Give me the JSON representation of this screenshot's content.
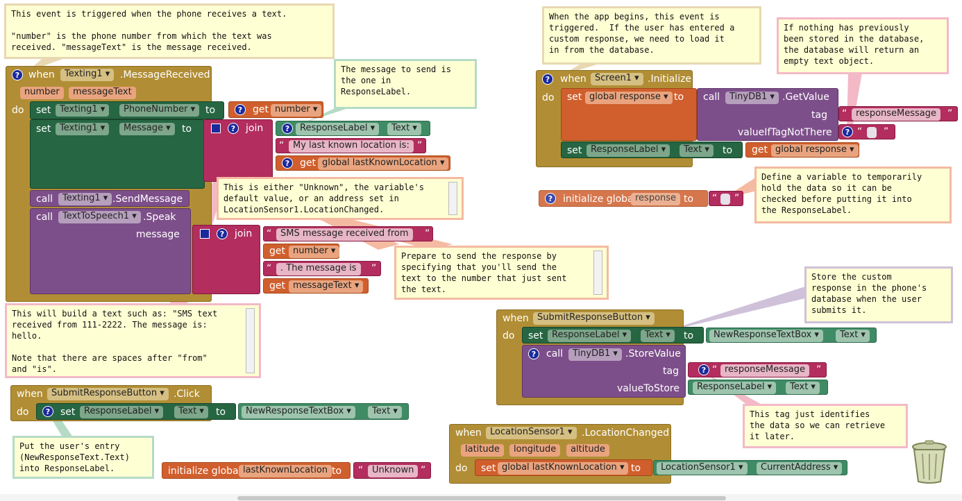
{
  "comments": {
    "texting_event": "This event is triggered when the phone receives a text.\n\n\"number\" is the phone number from which the text was\nreceived. \"messageText\" is the message received.",
    "message_to_send": "The message to send is\nthe one in\nResponseLabel.",
    "either_unknown": "This is either \"Unknown\", the variable's\ndefault value, or an address set in\nLocationSensor1.LocationChanged.",
    "build_text": "This will build a text such as: \"SMS text\nreceived from 111-2222. The message is:\nhello.\n\nNote that there are spaces after \"from\"\nand \"is\".",
    "prepare_send": "Prepare to send the response by\nspecifying that you'll send the\ntext to the number that just sent\nthe text.",
    "put_entry": "Put the user's entry\n(NewResponseText.Text)\ninto ResponseLabel.",
    "app_begins": "When the app begins, this event is\ntriggered.  If the user has entered a\ncustom response, we need to load it\nin from the database.",
    "nothing_stored": "If nothing has previously\nbeen stored in the database,\nthe database will return an\nempty text object.",
    "define_variable": "Define a variable to temporarily\nhold the data so it can be\nchecked before putting it into\nthe ResponseLabel.",
    "store_custom": "Store the custom\nresponse in the phone's\ndatabase when the user\nsubmits it.",
    "tag_identifies": "This tag just identifies\nthe data so we can retrieve\nit later."
  },
  "kw": {
    "when": "when",
    "do": "do",
    "set": "set",
    "to": "to",
    "get": "get",
    "call": "call",
    "join": "join",
    "tag": "tag",
    "message": "message",
    "value_if_tag_not_there": "valueIfTagNotThere",
    "value_to_store": "valueToStore",
    "initialize_global": "initialize global",
    "q": "?",
    "quote_open": "“",
    "quote_close": "”"
  },
  "blocks": {
    "texting1": "Texting1",
    "message_received": ".MessageReceived",
    "param_number": "number",
    "param_message_text": "messageText",
    "phone_number": "PhoneNumber",
    "message_prop": "Message",
    "response_label": "ResponseLabel",
    "text_prop": "Text",
    "my_last_known": "My last known location is: ",
    "global_last_known": "global lastKnownLocation",
    "send_message": ".SendMessage",
    "text_to_speech": "TextToSpeech1",
    "speak": ".Speak",
    "sms_received_from": "SMS message received from ",
    "the_message_is": ". The message is ",
    "submit_response_button": "SubmitResponseButton",
    "click": ".Click",
    "new_response_text_box": "NewResponseTextBox",
    "last_known_location_var": "lastKnownLocation",
    "unknown": "Unknown",
    "screen1": "Screen1",
    "initialize": ".Initialize",
    "global_response": "global response",
    "tinydb1": "TinyDB1",
    "get_value": ".GetValue",
    "response_message": "responseMessage",
    "response_var": "response",
    "store_value": ".StoreValue",
    "location_sensor": "LocationSensor1",
    "location_changed": ".LocationChanged",
    "latitude": "latitude",
    "longitude": "longitude",
    "altitude": "altitude",
    "current_address": "CurrentAddress"
  },
  "colors": {
    "event": "#b18e35",
    "setter": "#266643",
    "component_getter": "#3f8b65",
    "procedure_call": "#7d4f8a",
    "variable": "#d05f2d",
    "text": "#b32d5e"
  }
}
